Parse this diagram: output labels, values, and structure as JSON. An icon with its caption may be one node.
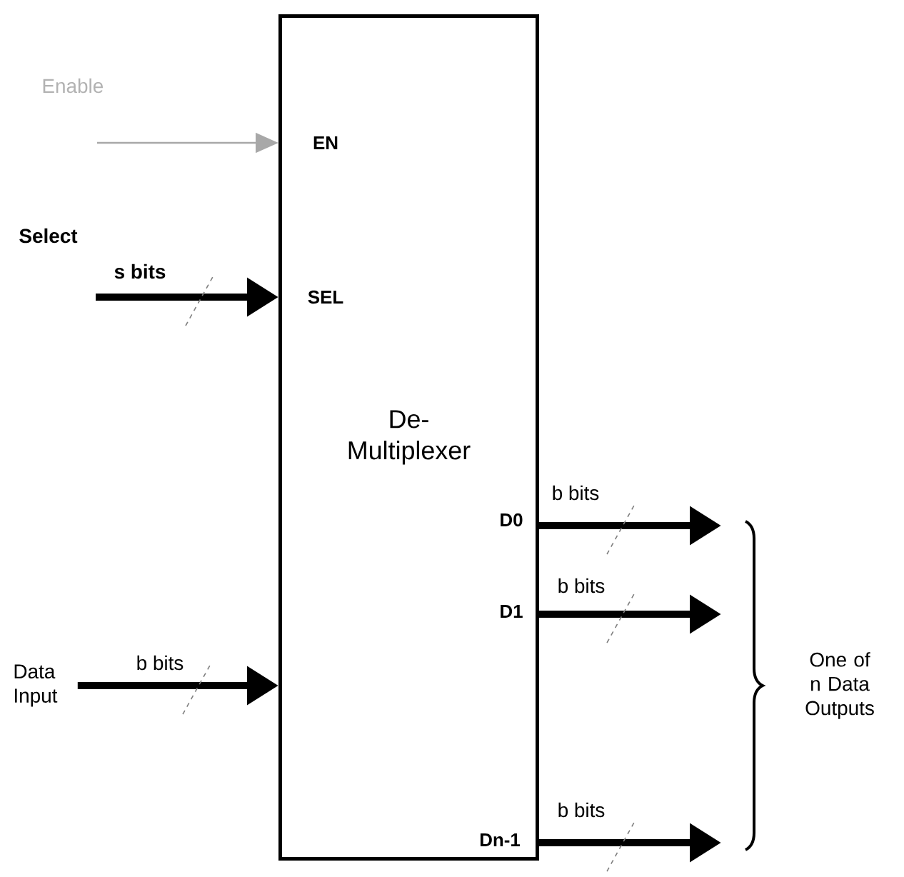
{
  "diagram": {
    "nodes": [
      {
        "text": [
          "De- Multiplexer"
        ]
      },
      {
        "text": [
          "Enable"
        ]
      },
      {
        "text": [
          "Select"
        ]
      },
      {
        "text": [
          "Data Input"
        ]
      }
    ],
    "edges": [
      {
        "from": 1,
        "to": 0,
        "arrow": "to",
        "color": "#a8a8a8"
      },
      {
        "from": 2,
        "to": 0,
        "arrow": "to",
        "label": "s bits"
      },
      {
        "from": 3,
        "to": 0,
        "arrow": "to",
        "label": "b bits"
      },
      {
        "from": 0,
        "to": null,
        "arrow": "to",
        "label": "b bits"
      },
      {
        "from": 0,
        "to": null,
        "arrow": "to",
        "label": "b bits"
      },
      {
        "from": 0,
        "to": null,
        "arrow": "to",
        "label": "b bits"
      }
    ],
    "labels": [
      "EN",
      "SEL",
      "D0",
      "D1",
      "Dn-1",
      "One of n Data Outputs"
    ]
  }
}
